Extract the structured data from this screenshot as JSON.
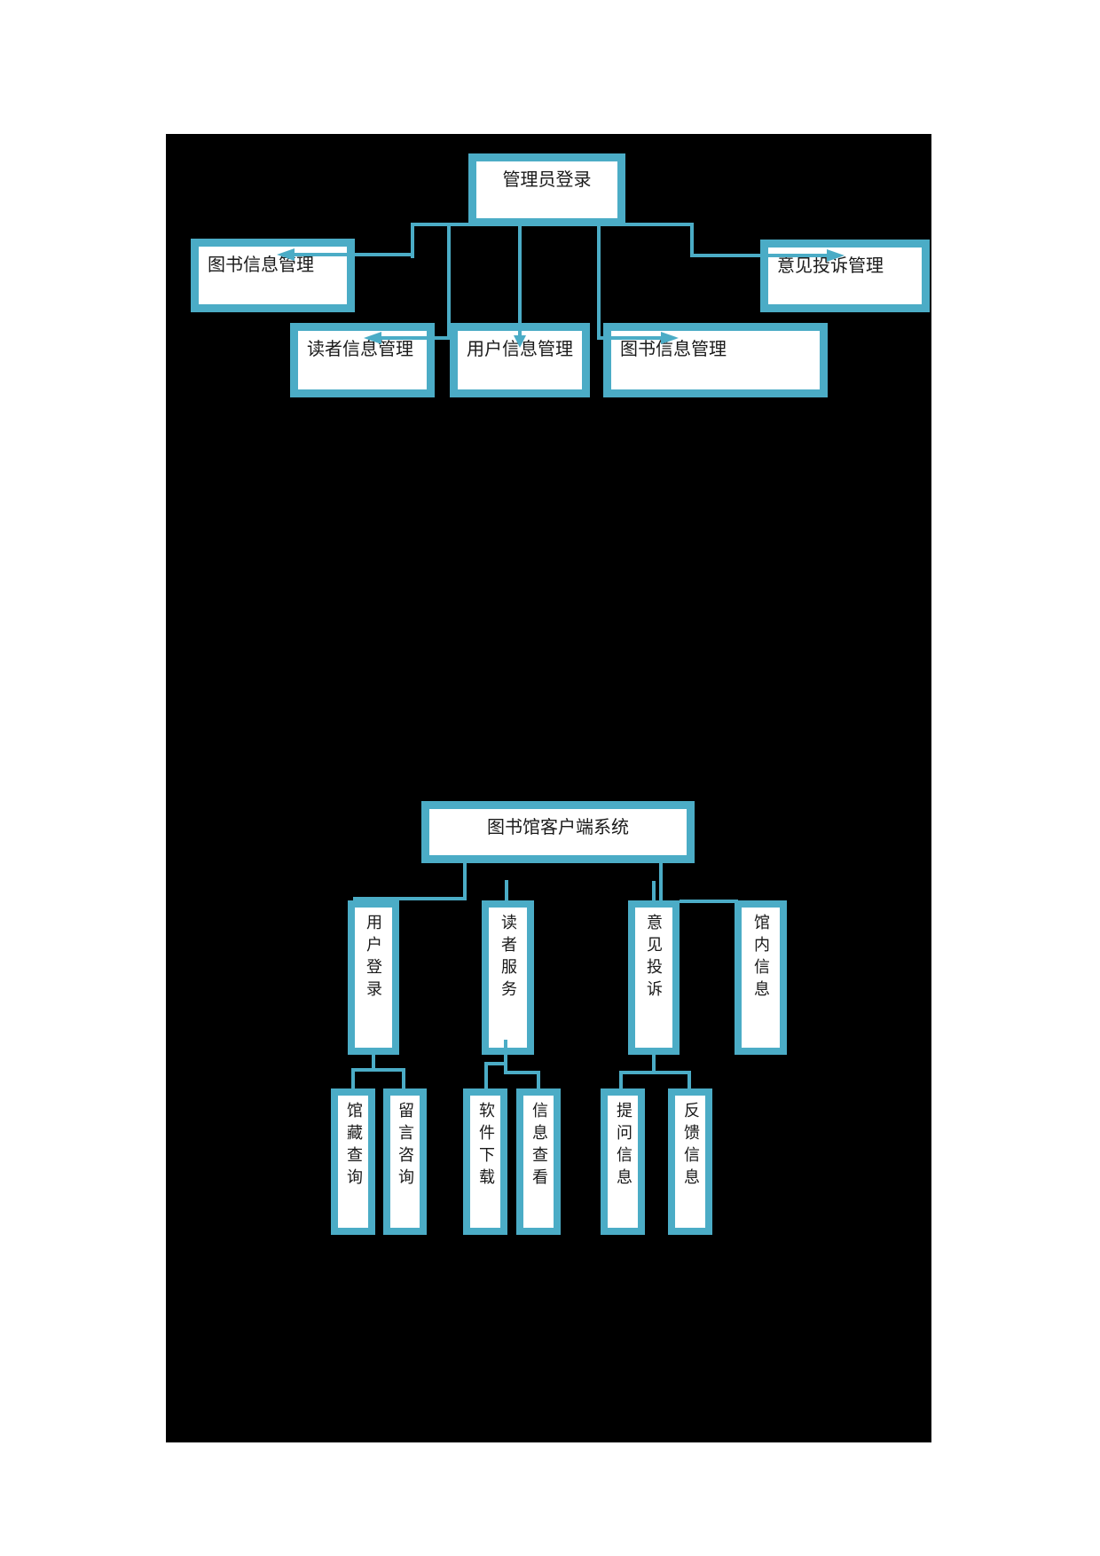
{
  "colors": {
    "accent_teal": "#4BACC6",
    "box_fill": "#FFFFFF",
    "canvas_black": "#000000",
    "page_white": "#FFFFFF",
    "text_black": "#1A1A1A"
  },
  "admin_diagram": {
    "root_label": "管理员登录",
    "children": [
      {
        "label": "图书信息管理"
      },
      {
        "label": "读者信息管理"
      },
      {
        "label": "用户信息管理"
      },
      {
        "label": "图书信息管理"
      },
      {
        "label": "意见投诉管理"
      }
    ]
  },
  "client_diagram": {
    "root_label": "图书馆客户端系统",
    "level2": [
      {
        "label": "用户登录"
      },
      {
        "label": "读者服务"
      },
      {
        "label": "意见投诉"
      },
      {
        "label": "馆内信息"
      }
    ],
    "level3": [
      {
        "label": "馆藏查询"
      },
      {
        "label": "留言咨询"
      },
      {
        "label": "软件下载"
      },
      {
        "label": "信息查看"
      },
      {
        "label": "提问信息"
      },
      {
        "label": "反馈信息"
      }
    ]
  }
}
